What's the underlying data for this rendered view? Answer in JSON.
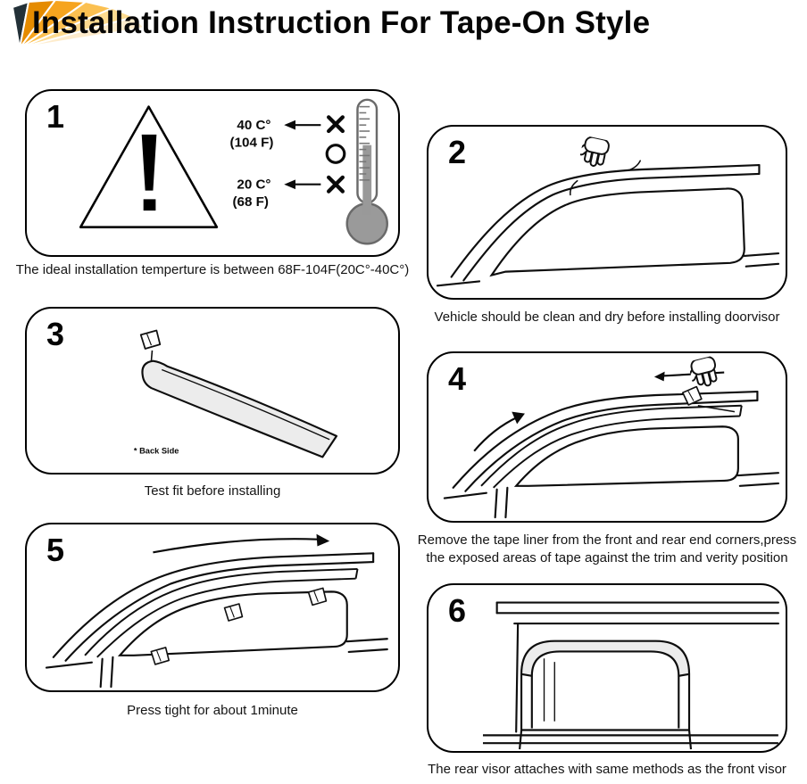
{
  "page": {
    "title": "Installation Instruction For Tape-On Style"
  },
  "steps": [
    {
      "number": "1",
      "caption": "The ideal installation temperture is between 68F-104F(20C°-40C°)",
      "temps": {
        "high_c": "40 C°",
        "high_f": "(104 F)",
        "low_c": "20 C°",
        "low_f": "(68 F)"
      },
      "marks": [
        "x",
        "circle",
        "x"
      ]
    },
    {
      "number": "2",
      "caption": "Vehicle should be clean and dry before installing doorvisor"
    },
    {
      "number": "3",
      "caption": "Test fit before installing",
      "labels": {
        "back_side": "* Back Side"
      }
    },
    {
      "number": "4",
      "caption": "Remove the tape liner from the front and rear end corners,press the exposed areas of tape against the trim and verity position"
    },
    {
      "number": "5",
      "caption": "Press tight for about 1minute"
    },
    {
      "number": "6",
      "caption": "The rear visor attaches with same methods as the front visor"
    }
  ]
}
